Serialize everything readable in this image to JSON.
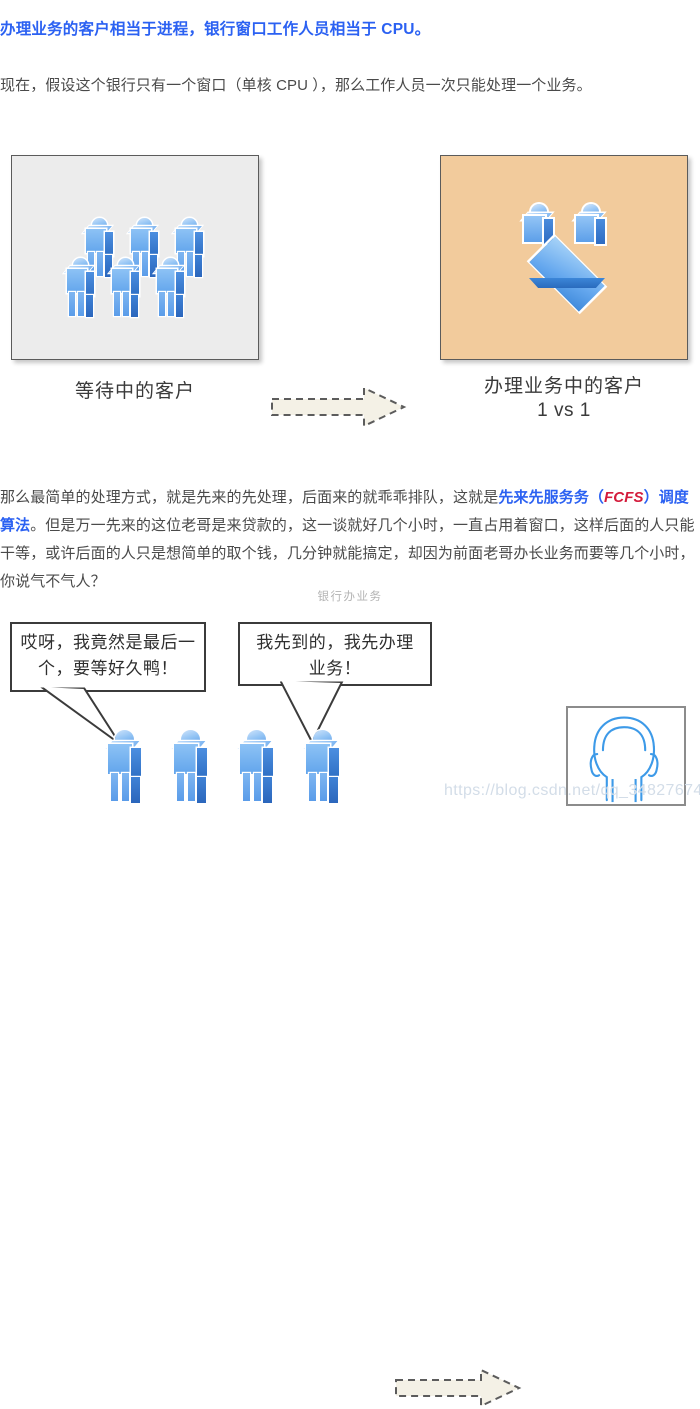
{
  "heading": "办理业务的客户相当于进程，银行窗口工作人员相当于 CPU。",
  "paragraphs": {
    "intro": "现在，假设这个银行只有一个窗口（单核 CPU ），那么工作人员一次只能处理一个业务。",
    "body_1": "那么最简单的处理方式，就是先来的先处理，后面来的就乖乖排队，这就是",
    "body_highlight_1": "先来先服务",
    "body_highlight_2": "务（",
    "body_highlight_fcfs": "FCFS",
    "body_highlight_3": "）调度算法",
    "body_2": "。但是万一先来的这位老哥是来贷款的，这一谈就好几个小时，一直占用着窗口，这样后面的人只能干等，或许后面的人只是想简单的取个钱，几分钟就能搞定，却因为前面老哥办长业务而要等几个小时，你说气不气人？"
  },
  "figure": {
    "label": "银行办业务",
    "left_panel": {
      "caption": "等待中的客户",
      "background_color": "#ececec",
      "person_count": 6
    },
    "right_panel": {
      "caption": "办理业务中的客户",
      "caption_sub": "1 vs 1",
      "background_color": "#f2cb9c",
      "person_count": 2
    },
    "arrow": "dashed-right-arrow"
  },
  "comic": {
    "bubble_1": "哎呀，我竟然是最后一个，要等好久鸭！",
    "bubble_2": "我先到的，我先办理业务！",
    "queue_person_count": 4,
    "arrow": "dashed-right-arrow",
    "clerk": "clerk-head-outline"
  },
  "watermark": "https://blog.csdn.net/qq_34827674",
  "colors": {
    "accent_blue": "#2b61f2",
    "accent_red": "#d41c3c",
    "text": "#4a4a4a",
    "panel_gray": "#ececec",
    "panel_tan": "#f2cb9c",
    "figure_blue": "#62a5ec"
  }
}
